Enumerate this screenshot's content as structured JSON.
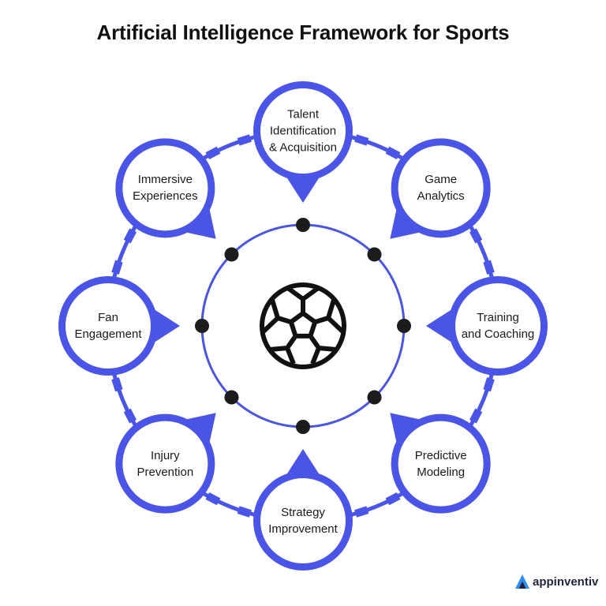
{
  "title": "Artificial Intelligence Framework for Sports",
  "colors": {
    "accent": "#4a55e8",
    "dot": "#1c1c1c",
    "ring": "#4a55e8",
    "ball": "#111111"
  },
  "center_icon": "soccer-ball-icon",
  "nodes": [
    {
      "id": "talent",
      "lines": [
        "Talent",
        "Identification",
        "& Acquisition"
      ]
    },
    {
      "id": "game-analytics",
      "lines": [
        "Game",
        "Analytics"
      ]
    },
    {
      "id": "training",
      "lines": [
        "Training",
        "and Coaching"
      ]
    },
    {
      "id": "predictive",
      "lines": [
        "Predictive",
        "Modeling"
      ]
    },
    {
      "id": "strategy",
      "lines": [
        "Strategy",
        "Improvement"
      ]
    },
    {
      "id": "injury",
      "lines": [
        "Injury",
        "Prevention"
      ]
    },
    {
      "id": "fan",
      "lines": [
        "Fan",
        "Engagement"
      ]
    },
    {
      "id": "immersive",
      "lines": [
        "Immersive",
        "Experiences"
      ]
    }
  ],
  "brand": {
    "name": "appinventiv",
    "icon": "appinventiv-logo-icon"
  }
}
